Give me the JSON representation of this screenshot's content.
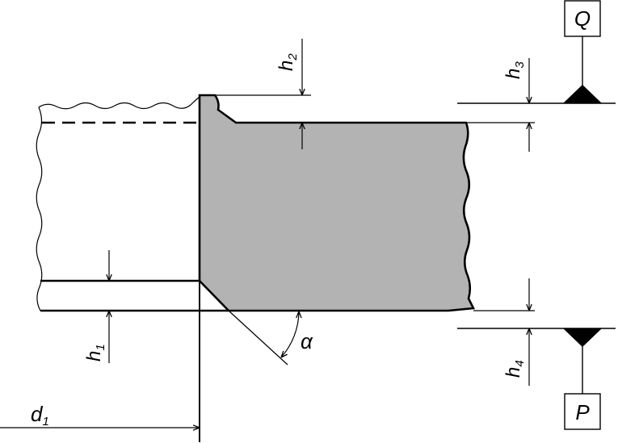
{
  "labels": {
    "h1": {
      "base": "h",
      "sub": "1"
    },
    "h2": {
      "base": "h",
      "sub": "2"
    },
    "h3": {
      "base": "h",
      "sub": "3"
    },
    "h4": {
      "base": "h",
      "sub": "4"
    },
    "d1": {
      "base": "d",
      "sub": "1"
    },
    "alpha": "α",
    "Q": "Q",
    "P": "P"
  },
  "colors": {
    "line": "#000000",
    "section_fill": "#b3b3b3",
    "background": "#ffffff"
  }
}
